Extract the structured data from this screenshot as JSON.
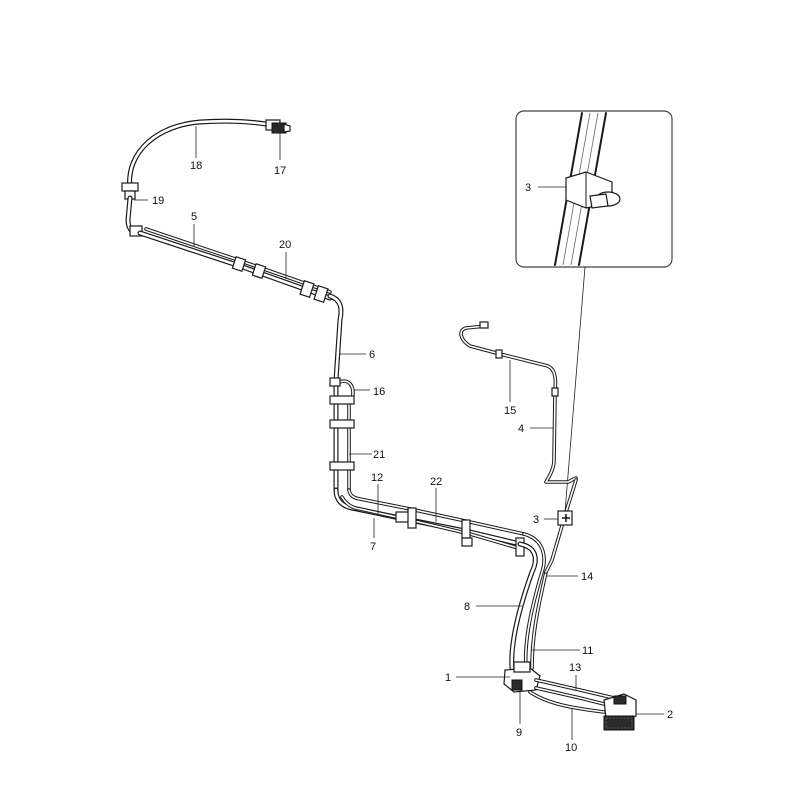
{
  "diagram": {
    "callouts": {
      "c1": "1",
      "c2": "2",
      "c3_inset": "3",
      "c3_main": "3",
      "c4": "4",
      "c5": "5",
      "c6": "6",
      "c7": "7",
      "c8": "8",
      "c9": "9",
      "c10": "10",
      "c11": "11",
      "c12": "12",
      "c13": "13",
      "c14": "14",
      "c15": "15",
      "c16": "16",
      "c17": "17",
      "c18": "18",
      "c19": "19",
      "c20": "20",
      "c21": "21",
      "c22": "22"
    }
  }
}
